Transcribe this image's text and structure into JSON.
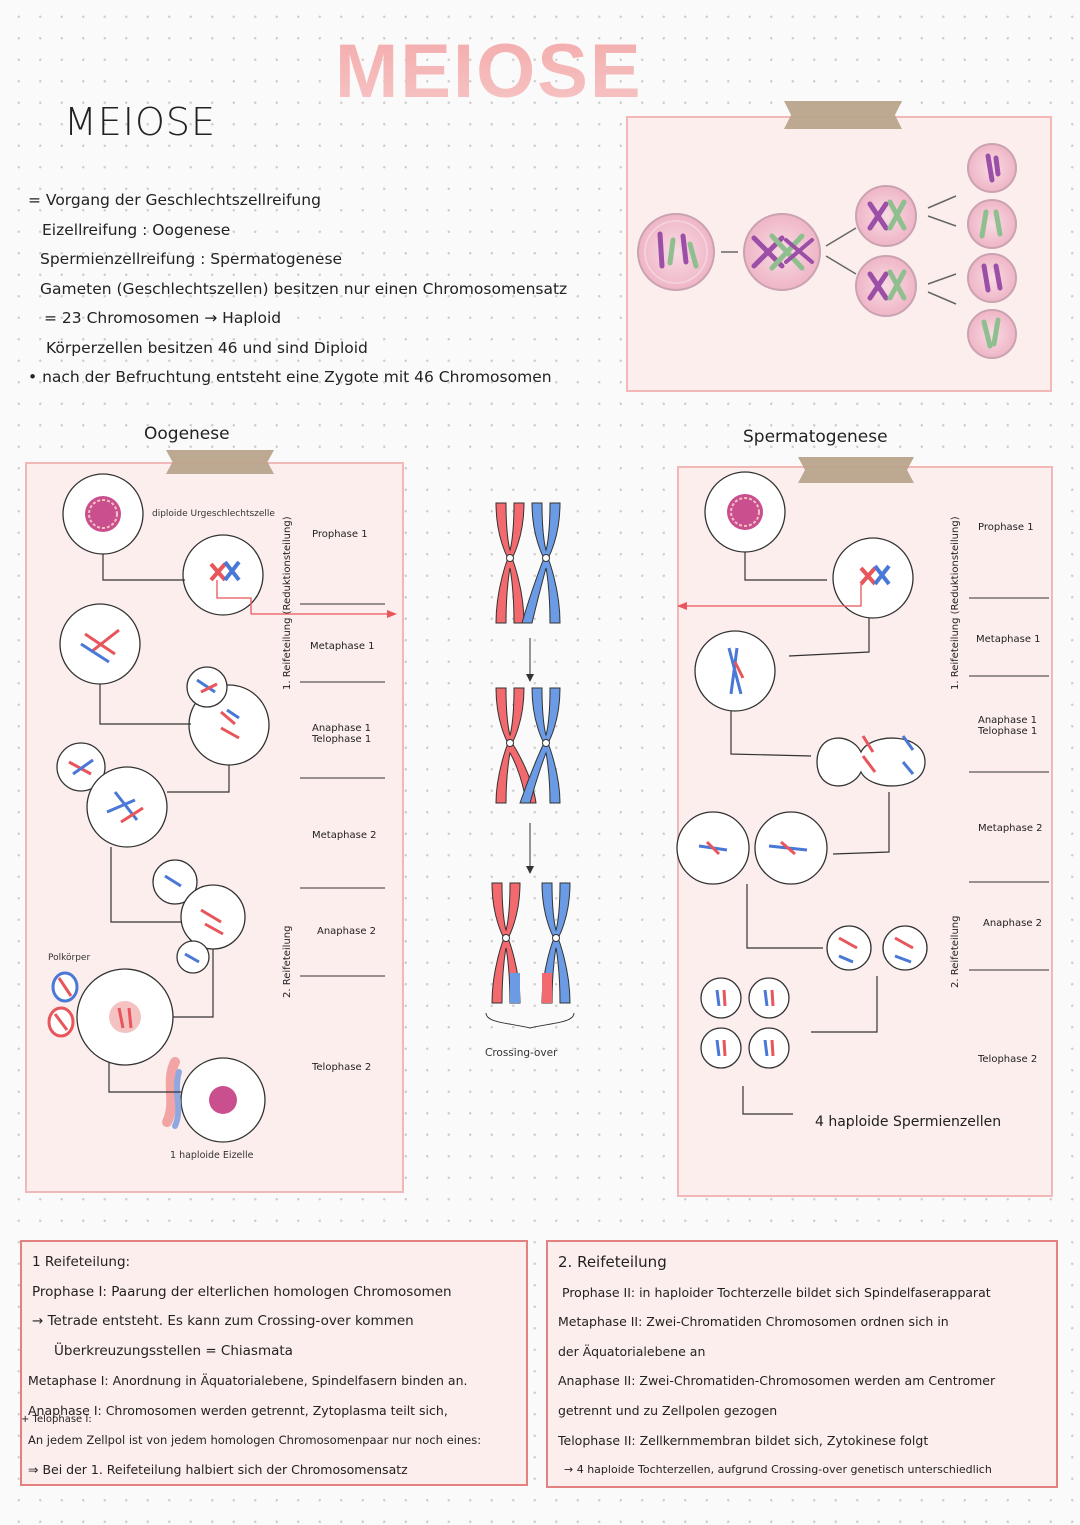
{
  "header": {
    "big_title": "MEIOSE",
    "title": "MEIOSE"
  },
  "intro": {
    "lines": [
      "= Vorgang der Geschlechtszellreifung",
      "Eizellreifung : Oogenese",
      "Spermienzellreifung : Spermatogenese",
      "Gameten (Geschlechtszellen) besitzen nur einen Chromosomensatz",
      "= 23 Chromosomen → Haploid",
      "Körperzellen besitzen 46 und sind Diploid",
      "• nach der Befruchtung entsteht eine Zygote mit 46 Chromosomen"
    ]
  },
  "oogenese": {
    "title": "Oogenese",
    "cell_label": "diploide Urgeschlechtszelle",
    "division1": "1. Reifeteilung (Reduktionsteilung)",
    "division2": "2. Reifeteilung",
    "polkoerper": "Polkörper",
    "result": "1 haploide Eizelle",
    "stages": [
      "Prophase 1",
      "Metaphase 1",
      "Anaphase 1",
      "Telophase 1",
      "Metaphase 2",
      "Anaphase 2",
      "Telophase 2"
    ]
  },
  "crossing": {
    "label": "Crossing-over"
  },
  "spermatogenese": {
    "title": "Spermatogenese",
    "division1": "1. Reifeteilung (Reduktionsteilung)",
    "division2": "2. Reifeteilung",
    "result": "4 haploide Spermienzellen",
    "stages": [
      "Prophase 1",
      "Metaphase 1",
      "Anaphase 1",
      "Telophase 1",
      "Metaphase 2",
      "Anaphase 2",
      "Telophase 2"
    ]
  },
  "summary1": {
    "lines": [
      "1 Reifeteilung:",
      "Prophase I: Paarung der elterlichen homologen Chromosomen",
      "→ Tetrade entsteht. Es kann zum Crossing-over kommen",
      "Überkreuzungsstellen = Chiasmata",
      "Metaphase I: Anordnung in Äquatorialebene, Spindelfasern binden an.",
      "Anaphase I: Chromosomen werden getrennt, Zytoplasma teilt sich,",
      "An jedem Zellpol ist von jedem homologen Chromosomenpaar nur noch eines:",
      "⇒ Bei der 1. Reifeteilung halbiert sich der Chromosomensatz"
    ],
    "telophase_note": "+ Telophase I:"
  },
  "summary2": {
    "lines": [
      "2. Reifeteilung",
      "Prophase II: in haploider Tochterzelle bildet sich Spindelfaserapparat",
      "Metaphase II: Zwei-Chromatiden Chromosomen ordnen sich in",
      "der Äquatorialebene an",
      "Anaphase II: Zwei-Chromatiden-Chromosomen werden am Centromer",
      "getrennt und zu Zellpolen gezogen",
      "Telophase II: Zellkernmembran bildet sich, Zytokinese folgt",
      "→ 4 haploide Tochterzellen, aufgrund Crossing-over genetisch unterschiedlich"
    ]
  },
  "colors": {
    "red": "#e8555a",
    "blue": "#4a78d6",
    "pink": "#f5c2c2",
    "panel": "#fdeeee",
    "magenta": "#c0307a",
    "green": "#8fbf8f",
    "purple": "#9c4fa6"
  }
}
